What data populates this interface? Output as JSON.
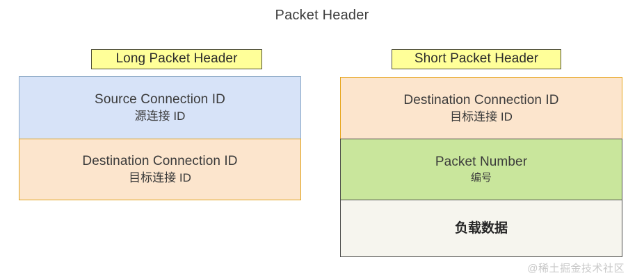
{
  "title": "Packet Header",
  "groups": [
    {
      "caption": "Long Packet Header",
      "fields": [
        {
          "en": "Source Connection ID",
          "zh": "源连接 ID",
          "color": "#d7e3f8",
          "border": "#8aa7c6"
        },
        {
          "en": "Destination Connection ID",
          "zh": "目标连接 ID",
          "color": "#fce5cd",
          "border": "#e0a21b"
        }
      ]
    },
    {
      "caption": "Short Packet Header",
      "fields": [
        {
          "en": "Destination Connection ID",
          "zh": "目标连接 ID",
          "color": "#fce5cd",
          "border": "#e6a317"
        },
        {
          "en": "Packet Number",
          "zh": "编号",
          "color": "#c9e69c",
          "border": "#4a4a48"
        },
        {
          "en": "",
          "zh": "负载数据",
          "color": "#f6f5ee",
          "border": "#4a4a48"
        }
      ]
    }
  ],
  "caption_style": {
    "background": "#ffff99",
    "border": "#4d4d33"
  },
  "watermark": "@稀土掘金技术社区"
}
